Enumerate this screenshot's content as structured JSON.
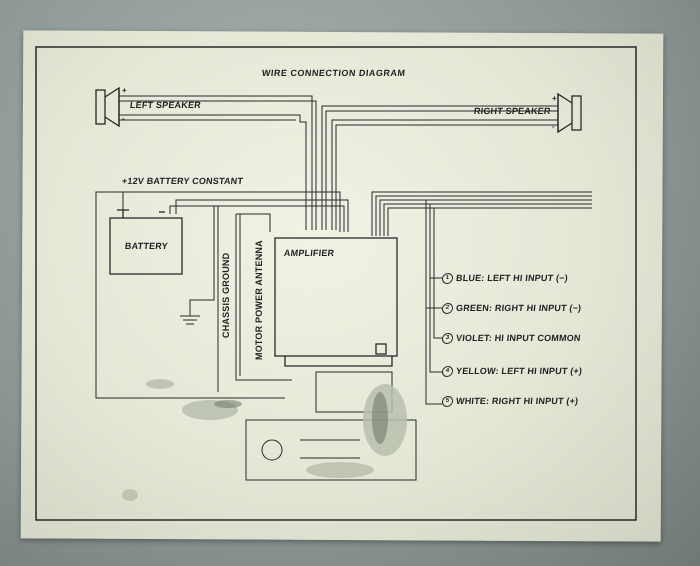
{
  "diagram": {
    "title": "WIRE CONNECTION  DIAGRAM",
    "left_speaker": "LEFT SPEAKER",
    "right_speaker": "RIGHT SPEAKER",
    "battery_constant": "+12V BATTERY CONSTANT",
    "battery": "BATTERY",
    "amplifier": "AMPLIFIER",
    "chassis_ground": "CHASSIS GROUND",
    "motor_antenna": "MOTOR POWER ANTENNA",
    "plus": "+",
    "minus": "-",
    "inputs": [
      {
        "num": "1",
        "label": "BLUE: LEFT HI INPUT (−)"
      },
      {
        "num": "2",
        "label": "GREEN: RIGHT HI INPUT (−)"
      },
      {
        "num": "3",
        "label": "VIOLET: HI INPUT COMMON"
      },
      {
        "num": "4",
        "label": "YELLOW: LEFT HI INPUT (+)"
      },
      {
        "num": "5",
        "label": "WHITE: RIGHT HI INPUT (+)"
      }
    ]
  }
}
